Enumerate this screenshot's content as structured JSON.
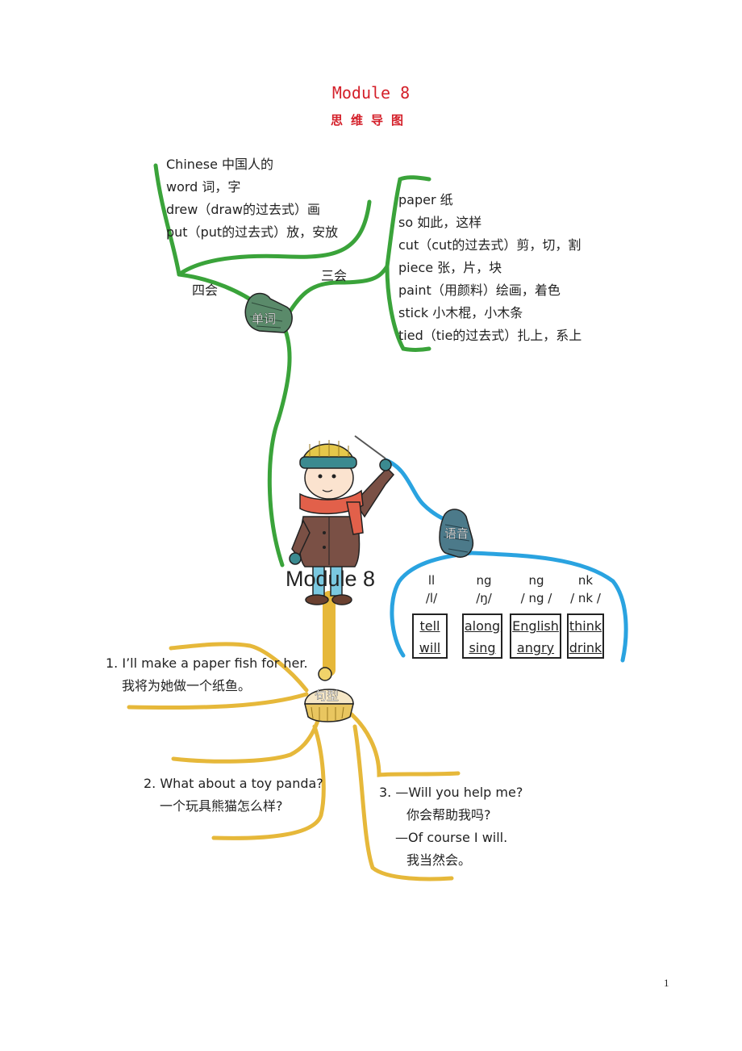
{
  "header": {
    "title": "Module 8",
    "subtitle": "思维导图"
  },
  "center": {
    "title": "Module 8"
  },
  "words": {
    "label": "单词",
    "four": {
      "label": "四会",
      "items": [
        "Chinese 中国人的",
        "word 词，字",
        "drew（draw的过去式）画",
        "put（put的过去式）放，安放"
      ]
    },
    "three": {
      "label": "三会",
      "items": [
        "paper 纸",
        "so 如此，这样",
        "cut（cut的过去式）剪，切，割",
        "piece 张，片，块",
        "paint（用颜料）绘画，着色",
        "stick 小木棍，小木条",
        "tied（tie的过去式）扎上，系上"
      ]
    }
  },
  "phonics": {
    "label": "语音",
    "columns": [
      {
        "letters": "ll",
        "ipa": "/l/",
        "words": [
          "tell",
          "will"
        ]
      },
      {
        "letters": "ng",
        "ipa": "/ŋ/",
        "words": [
          "along",
          "sing"
        ]
      },
      {
        "letters": "ng",
        "ipa": "/ ng /",
        "words": [
          "English",
          "angry"
        ]
      },
      {
        "letters": "nk",
        "ipa": "/ nk /",
        "words": [
          "think",
          "drink"
        ]
      }
    ]
  },
  "sentences": {
    "label": "句型",
    "s1": {
      "en": "1. I’ll make a paper fish for her.",
      "zh": "我将为她做一个纸鱼。"
    },
    "s2": {
      "en": "2. What about a toy panda?",
      "zh": "一个玩具熊猫怎么样?"
    },
    "s3": {
      "q": "3. —Will you help me?",
      "qzh": "你会帮助我吗?",
      "a": "—Of course I will.",
      "azh": "我当然会。"
    }
  },
  "page_number": "1",
  "colors": {
    "title": "#d4202a",
    "words_branch": "#3aa33a",
    "phonics_branch": "#2aa3e0",
    "sentences_branch": "#e6b83a"
  }
}
